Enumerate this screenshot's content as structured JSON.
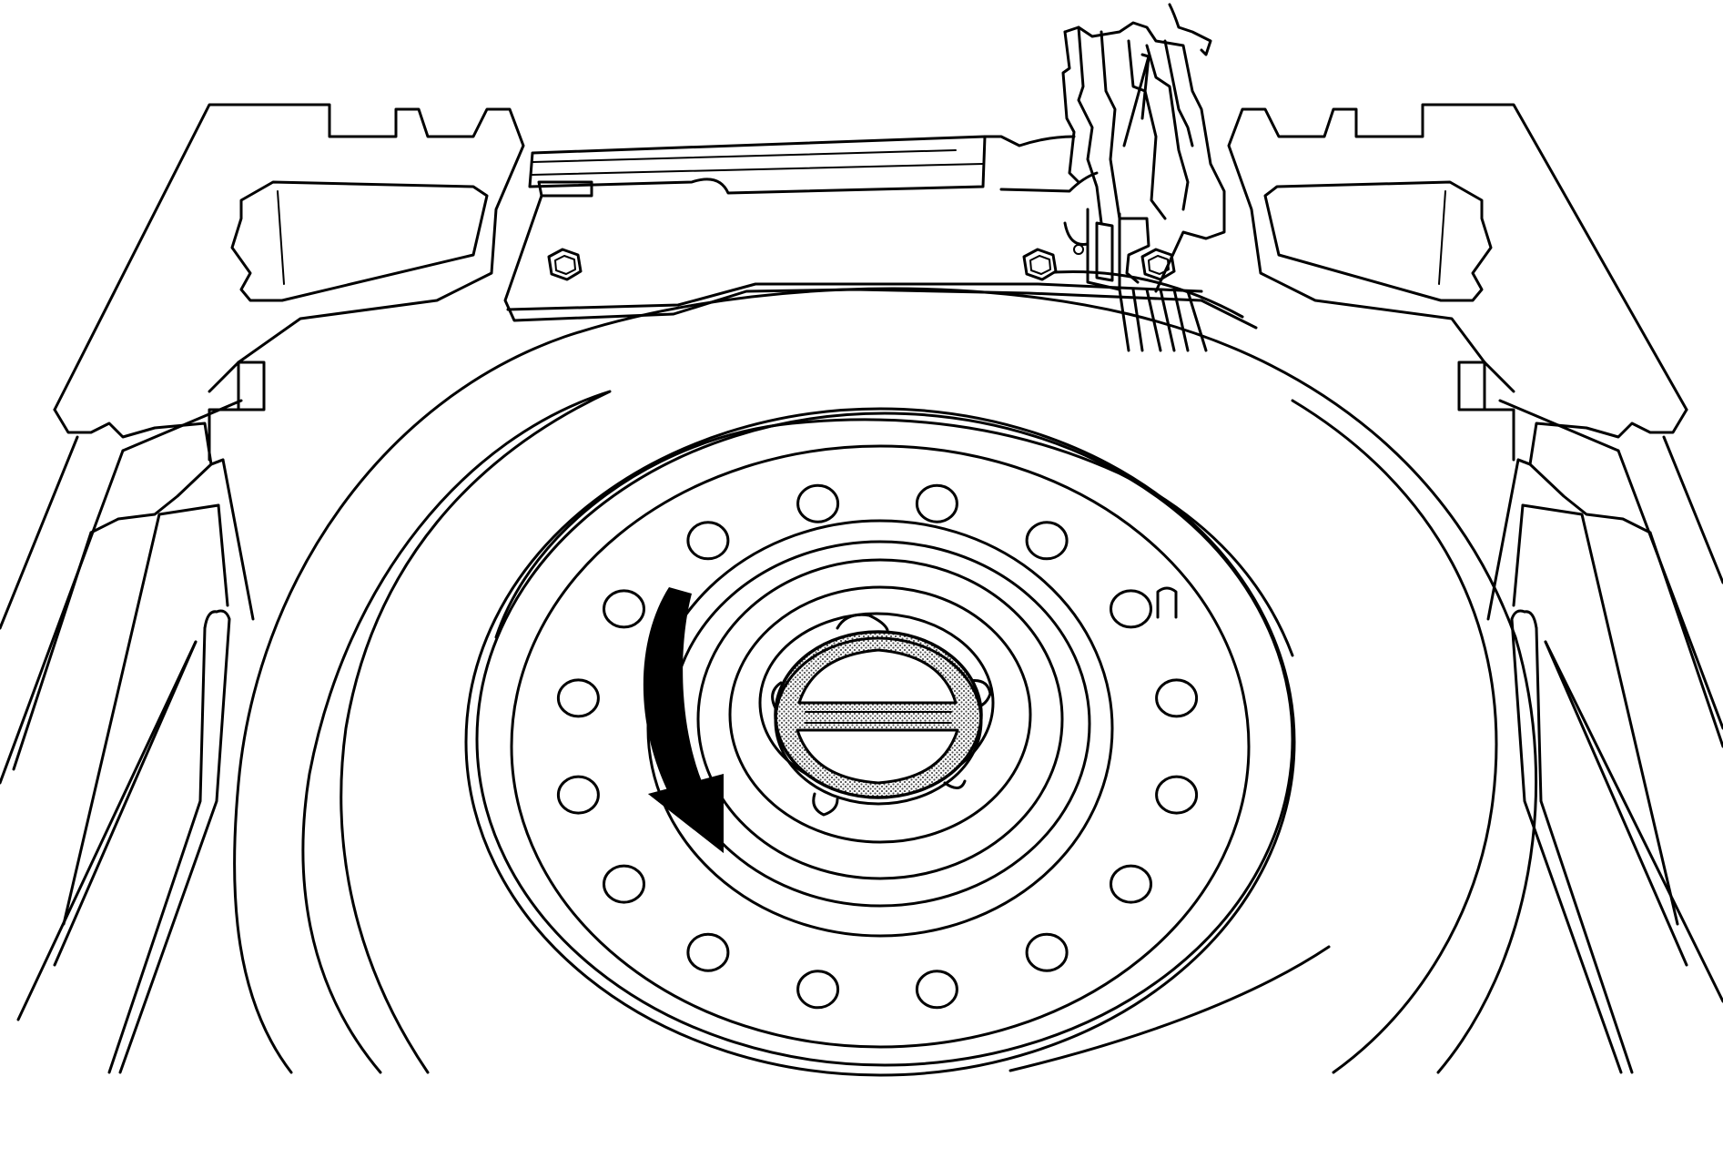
{
  "diagram": {
    "subject": "spare-tire-in-trunk-well",
    "colors": {
      "line": "#000000",
      "background": "#ffffff",
      "hatch": "#555555"
    },
    "wheel": {
      "lug_hole_count": 16
    },
    "arrow": {
      "direction": "counterclockwise",
      "icon": "rotation-arrow-icon"
    }
  }
}
